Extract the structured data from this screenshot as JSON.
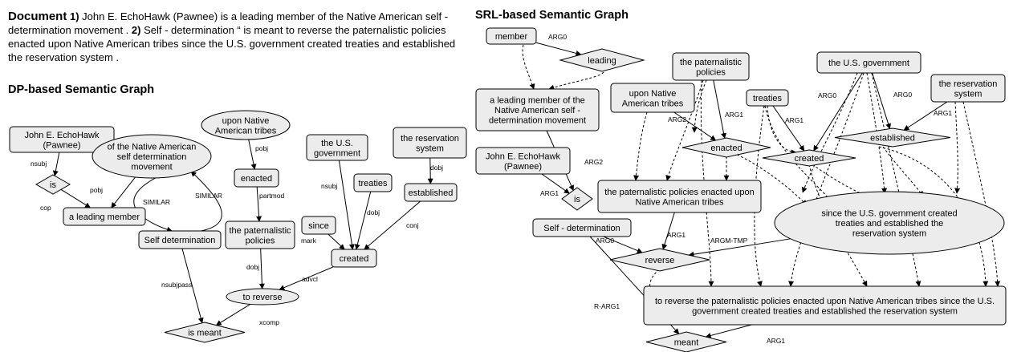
{
  "document": {
    "label": "Document",
    "sentences": [
      {
        "num": "1)",
        "text": " John E. EchoHawk (Pawnee) is a leading member of the Native American self - determination movement . "
      },
      {
        "num": "2)",
        "text": " Self - determination “ is meant to reverse the paternalistic policies enacted upon Native American tribes since the U.S. government created treaties and established the reservation system ."
      }
    ]
  },
  "dp_graph": {
    "title": "DP-based Semantic Graph",
    "nodes": [
      {
        "id": "dp_john",
        "shape": "rect",
        "lines": [
          "John E. EchoHawk",
          "(Pawnee)"
        ]
      },
      {
        "id": "dp_movement",
        "shape": "ellipse",
        "lines": [
          "of the Native American",
          "self determination",
          "movement"
        ]
      },
      {
        "id": "dp_is",
        "shape": "diamond",
        "lines": [
          "is"
        ]
      },
      {
        "id": "dp_leading",
        "shape": "rect",
        "lines": [
          "a leading member"
        ]
      },
      {
        "id": "dp_selfdet",
        "shape": "rect",
        "lines": [
          "Self determination"
        ]
      },
      {
        "id": "dp_upon",
        "shape": "ellipse",
        "lines": [
          "upon Native",
          "American tribes"
        ]
      },
      {
        "id": "dp_enacted",
        "shape": "rect",
        "lines": [
          "enacted"
        ]
      },
      {
        "id": "dp_policies",
        "shape": "rect",
        "lines": [
          "the paternalistic",
          "policies"
        ]
      },
      {
        "id": "dp_toreverse",
        "shape": "ellipse",
        "lines": [
          "to reverse"
        ]
      },
      {
        "id": "dp_ismeant",
        "shape": "diamond",
        "lines": [
          "is meant"
        ]
      },
      {
        "id": "dp_gov",
        "shape": "rect",
        "lines": [
          "the U.S.",
          "government"
        ]
      },
      {
        "id": "dp_treaties",
        "shape": "rect",
        "lines": [
          "treaties"
        ]
      },
      {
        "id": "dp_since",
        "shape": "rect",
        "lines": [
          "since"
        ]
      },
      {
        "id": "dp_created",
        "shape": "rect",
        "lines": [
          "created"
        ]
      },
      {
        "id": "dp_ressys",
        "shape": "rect",
        "lines": [
          "the reservation",
          "system"
        ]
      },
      {
        "id": "dp_established",
        "shape": "rect",
        "lines": [
          "established"
        ]
      }
    ],
    "edges": [
      {
        "id": "dp_e1",
        "from": "dp_john",
        "to": "dp_is",
        "label": "nsubj"
      },
      {
        "id": "dp_e2",
        "from": "dp_is",
        "to": "dp_leading",
        "label": "cop"
      },
      {
        "id": "dp_e3",
        "from": "dp_movement",
        "to": "dp_leading",
        "label": "pobj"
      },
      {
        "id": "dp_e4",
        "from": "dp_movement",
        "to": "dp_selfdet",
        "label": "SIMILAR"
      },
      {
        "id": "dp_e5",
        "from": "dp_selfdet",
        "to": "dp_movement",
        "label": "SIMILAR"
      },
      {
        "id": "dp_e6",
        "from": "dp_upon",
        "to": "dp_enacted",
        "label": "pobj"
      },
      {
        "id": "dp_e7",
        "from": "dp_enacted",
        "to": "dp_policies",
        "label": "partmod"
      },
      {
        "id": "dp_e8",
        "from": "dp_policies",
        "to": "dp_toreverse",
        "label": "dobj"
      },
      {
        "id": "dp_e9",
        "from": "dp_selfdet",
        "to": "dp_ismeant",
        "label": "nsubjpass"
      },
      {
        "id": "dp_e10",
        "from": "dp_toreverse",
        "to": "dp_ismeant",
        "label": "xcomp"
      },
      {
        "id": "dp_e11",
        "from": "dp_created",
        "to": "dp_toreverse",
        "label": "advcl"
      },
      {
        "id": "dp_e12",
        "from": "dp_gov",
        "to": "dp_created",
        "label": "nsubj"
      },
      {
        "id": "dp_e13",
        "from": "dp_treaties",
        "to": "dp_created",
        "label": "dobj"
      },
      {
        "id": "dp_e14",
        "from": "dp_since",
        "to": "dp_created",
        "label": "mark"
      },
      {
        "id": "dp_e15",
        "from": "dp_established",
        "to": "dp_created",
        "label": "conj"
      },
      {
        "id": "dp_e16",
        "from": "dp_ressys",
        "to": "dp_established",
        "label": "dobj"
      }
    ]
  },
  "srl_graph": {
    "title": "SRL-based Semantic Graph",
    "nodes": [
      {
        "id": "srl_member",
        "shape": "rect",
        "lines": [
          "member"
        ]
      },
      {
        "id": "srl_leading",
        "shape": "diamond",
        "lines": [
          "leading"
        ]
      },
      {
        "id": "srl_leadmember",
        "shape": "rect",
        "lines": [
          "a leading member of the",
          "Native American self -",
          "determination movement"
        ]
      },
      {
        "id": "srl_john",
        "shape": "rect",
        "lines": [
          "John E. EchoHawk",
          "(Pawnee)"
        ]
      },
      {
        "id": "srl_is",
        "shape": "diamond",
        "lines": [
          "is"
        ]
      },
      {
        "id": "srl_selfdet",
        "shape": "rect",
        "lines": [
          "Self - determination"
        ]
      },
      {
        "id": "srl_upon",
        "shape": "rect",
        "lines": [
          "upon Native",
          "American tribes"
        ]
      },
      {
        "id": "srl_policies",
        "shape": "rect",
        "lines": [
          "the paternalistic",
          "policies"
        ]
      },
      {
        "id": "srl_treaties",
        "shape": "rect",
        "lines": [
          "treaties"
        ]
      },
      {
        "id": "srl_gov",
        "shape": "rect",
        "lines": [
          "the U.S. government"
        ]
      },
      {
        "id": "srl_ressys",
        "shape": "rect",
        "lines": [
          "the reservation",
          "system"
        ]
      },
      {
        "id": "srl_enacted",
        "shape": "diamond",
        "lines": [
          "enacted"
        ]
      },
      {
        "id": "srl_created",
        "shape": "diamond",
        "lines": [
          "created"
        ]
      },
      {
        "id": "srl_established",
        "shape": "diamond",
        "lines": [
          "established"
        ]
      },
      {
        "id": "srl_polenacted",
        "shape": "rect",
        "lines": [
          "the paternalistic policies enacted upon",
          "Native American tribes"
        ]
      },
      {
        "id": "srl_since",
        "shape": "ellipse",
        "lines": [
          "since the U.S. government created",
          "treaties and established the",
          "reservation system"
        ]
      },
      {
        "id": "srl_reverse",
        "shape": "diamond",
        "lines": [
          "reverse"
        ]
      },
      {
        "id": "srl_toreverse",
        "shape": "rect",
        "lines": [
          "to reverse the paternalistic policies enacted upon Native American tribes since the U.S.",
          "government created treaties and established the reservation system"
        ]
      },
      {
        "id": "srl_meant",
        "shape": "diamond",
        "lines": [
          "meant"
        ]
      }
    ],
    "edges": [
      {
        "id": "srl_e1",
        "from": "srl_member",
        "to": "srl_leading",
        "label": "ARG0"
      },
      {
        "id": "srl_e2",
        "from": "srl_leadmember",
        "to": "srl_is",
        "label": "ARG2"
      },
      {
        "id": "srl_e3",
        "from": "srl_john",
        "to": "srl_is",
        "label": "ARG1"
      },
      {
        "id": "srl_e4",
        "from": "srl_upon",
        "to": "srl_enacted",
        "label": "ARG2"
      },
      {
        "id": "srl_e5",
        "from": "srl_policies",
        "to": "srl_enacted",
        "label": "ARG1"
      },
      {
        "id": "srl_e6",
        "from": "srl_treaties",
        "to": "srl_created",
        "label": "ARG1"
      },
      {
        "id": "srl_e7",
        "from": "srl_gov",
        "to": "srl_created",
        "label": "ARG0"
      },
      {
        "id": "srl_e8",
        "from": "srl_gov",
        "to": "srl_established",
        "label": "ARG0"
      },
      {
        "id": "srl_e9",
        "from": "srl_ressys",
        "to": "srl_established",
        "label": "ARG1"
      },
      {
        "id": "srl_e10",
        "from": "srl_polenacted",
        "to": "srl_reverse",
        "label": "ARG1"
      },
      {
        "id": "srl_e11",
        "from": "srl_selfdet",
        "to": "srl_reverse",
        "label": "ARG0"
      },
      {
        "id": "srl_e12",
        "from": "srl_since",
        "to": "srl_reverse",
        "label": "ARGM-TMP"
      },
      {
        "id": "srl_e13",
        "from": "srl_selfdet",
        "to": "srl_meant",
        "label": "R-ARG1"
      },
      {
        "id": "srl_e14",
        "from": "srl_toreverse",
        "to": "srl_meant",
        "label": "ARG1"
      }
    ]
  }
}
